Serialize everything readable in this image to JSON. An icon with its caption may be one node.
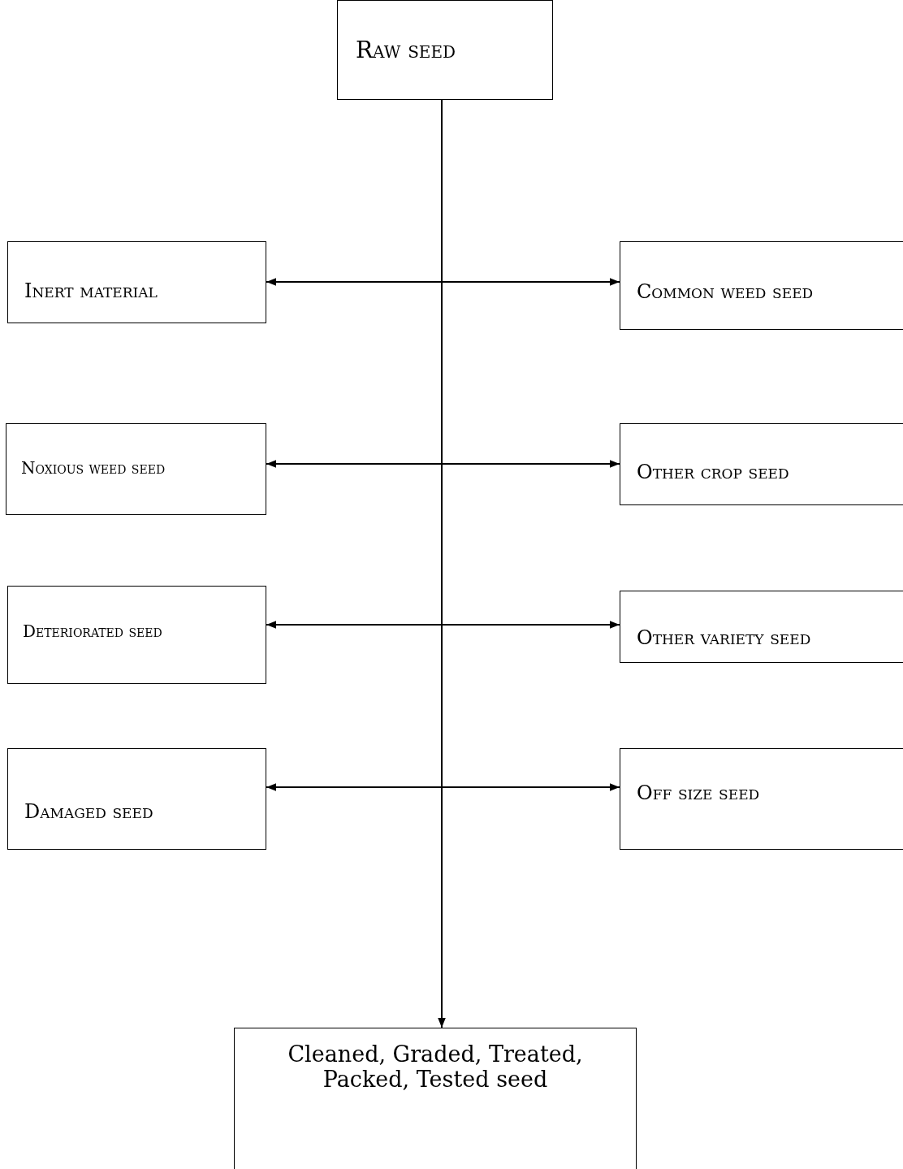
{
  "diagram": {
    "nodes": [
      {
        "text": [
          "Raw seed"
        ]
      },
      {
        "text": [
          "Inert material"
        ]
      },
      {
        "text": [
          "Common weed seed"
        ]
      },
      {
        "text": [
          "Noxious weed seed"
        ]
      },
      {
        "text": [
          "Other crop seed"
        ]
      },
      {
        "text": [
          "Deteriorated seed"
        ]
      },
      {
        "text": [
          "Other variety seed"
        ]
      },
      {
        "text": [
          "Damaged seed"
        ]
      },
      {
        "text": [
          "Off size seed"
        ]
      },
      {
        "text": [
          "Cleaned, Graded, Treated, Packed, Tested seed"
        ]
      }
    ],
    "edges": [
      {
        "from": 0,
        "to": 9,
        "arrow": "to"
      },
      {
        "from": 1,
        "to": 2,
        "arrow": "both"
      },
      {
        "from": 3,
        "to": 4,
        "arrow": "both"
      },
      {
        "from": 5,
        "to": 6,
        "arrow": "both"
      },
      {
        "from": 7,
        "to": 8,
        "arrow": "both"
      }
    ]
  }
}
